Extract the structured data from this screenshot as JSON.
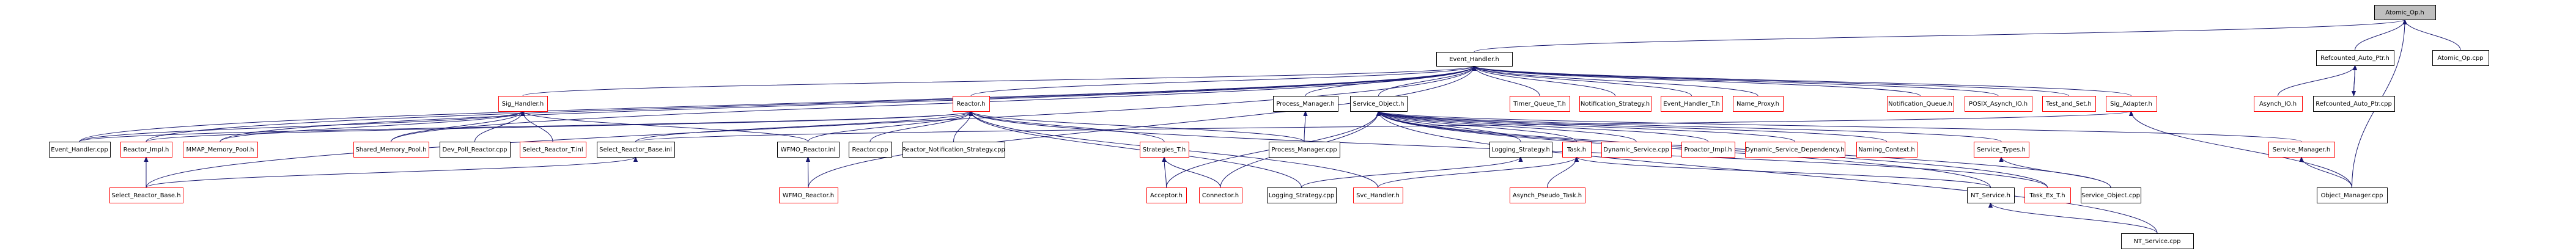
{
  "diagram": {
    "type": "include-dependency-graph",
    "focus_node": "Atomic_Op.h",
    "colors": {
      "edge": "#191970",
      "incomplete_border": "#ff0000",
      "complete_border": "#000000",
      "focus_fill": "#bfbfbf"
    },
    "nodes": [
      {
        "id": "atomic_op_h",
        "label": "Atomic_Op.h",
        "style": "focus"
      },
      {
        "id": "event_handler_h",
        "label": "Event_Handler.h",
        "style": "black"
      },
      {
        "id": "refcounted_auto_ptr_h",
        "label": "Refcounted_Auto_Ptr.h",
        "style": "black"
      },
      {
        "id": "atomic_op_cpp",
        "label": "Atomic_Op.cpp",
        "style": "black"
      },
      {
        "id": "sig_handler_h",
        "label": "Sig_Handler.h",
        "style": "red"
      },
      {
        "id": "reactor_h",
        "label": "Reactor.h",
        "style": "red"
      },
      {
        "id": "process_manager_h",
        "label": "Process_Manager.h",
        "style": "black"
      },
      {
        "id": "service_object_h",
        "label": "Service_Object.h",
        "style": "black"
      },
      {
        "id": "timer_queue_t_h",
        "label": "Timer_Queue_T.h",
        "style": "red"
      },
      {
        "id": "notification_strategy_h",
        "label": "Notification_Strategy.h",
        "style": "red"
      },
      {
        "id": "event_handler_t_h",
        "label": "Event_Handler_T.h",
        "style": "red"
      },
      {
        "id": "name_proxy_h",
        "label": "Name_Proxy.h",
        "style": "red"
      },
      {
        "id": "notification_queue_h",
        "label": "Notification_Queue.h",
        "style": "red"
      },
      {
        "id": "posix_asynch_io_h",
        "label": "POSIX_Asynch_IO.h",
        "style": "red"
      },
      {
        "id": "test_and_set_h",
        "label": "Test_and_Set.h",
        "style": "red"
      },
      {
        "id": "sig_adapter_h",
        "label": "Sig_Adapter.h",
        "style": "red"
      },
      {
        "id": "asynch_io_h",
        "label": "Asynch_IO.h",
        "style": "red"
      },
      {
        "id": "refcounted_auto_ptr_cpp",
        "label": "Refcounted_Auto_Ptr.cpp",
        "style": "black"
      },
      {
        "id": "event_handler_cpp",
        "label": "Event_Handler.cpp",
        "style": "black"
      },
      {
        "id": "reactor_impl_h",
        "label": "Reactor_Impl.h",
        "style": "red"
      },
      {
        "id": "mmap_memory_pool_h",
        "label": "MMAP_Memory_Pool.h",
        "style": "red"
      },
      {
        "id": "shared_memory_pool_h",
        "label": "Shared_Memory_Pool.h",
        "style": "red"
      },
      {
        "id": "dev_poll_reactor_cpp",
        "label": "Dev_Poll_Reactor.cpp",
        "style": "black"
      },
      {
        "id": "select_reactor_t_inl",
        "label": "Select_Reactor_T.inl",
        "style": "red"
      },
      {
        "id": "select_reactor_base_inl",
        "label": "Select_Reactor_Base.inl",
        "style": "black"
      },
      {
        "id": "wfmo_reactor_inl",
        "label": "WFMO_Reactor.inl",
        "style": "black"
      },
      {
        "id": "reactor_cpp",
        "label": "Reactor.cpp",
        "style": "black"
      },
      {
        "id": "reactor_notification_strategy_cpp",
        "label": "Reactor_Notification_Strategy.cpp",
        "style": "black"
      },
      {
        "id": "strategies_t_h",
        "label": "Strategies_T.h",
        "style": "red"
      },
      {
        "id": "process_manager_cpp",
        "label": "Process_Manager.cpp",
        "style": "black"
      },
      {
        "id": "logging_strategy_h",
        "label": "Logging_Strategy.h",
        "style": "black"
      },
      {
        "id": "task_h",
        "label": "Task.h",
        "style": "red"
      },
      {
        "id": "dynamic_service_cpp",
        "label": "Dynamic_Service.cpp",
        "style": "red"
      },
      {
        "id": "proactor_impl_h",
        "label": "Proactor_Impl.h",
        "style": "red"
      },
      {
        "id": "dynamic_service_dependency_h",
        "label": "Dynamic_Service_Dependency.h",
        "style": "red"
      },
      {
        "id": "naming_context_h",
        "label": "Naming_Context.h",
        "style": "red"
      },
      {
        "id": "service_types_h",
        "label": "Service_Types.h",
        "style": "red"
      },
      {
        "id": "service_manager_h",
        "label": "Service_Manager.h",
        "style": "red"
      },
      {
        "id": "select_reactor_base_h",
        "label": "Select_Reactor_Base.h",
        "style": "red"
      },
      {
        "id": "wfmo_reactor_h",
        "label": "WFMO_Reactor.h",
        "style": "red"
      },
      {
        "id": "acceptor_h",
        "label": "Acceptor.h",
        "style": "red"
      },
      {
        "id": "connector_h",
        "label": "Connector.h",
        "style": "red"
      },
      {
        "id": "logging_strategy_cpp",
        "label": "Logging_Strategy.cpp",
        "style": "black"
      },
      {
        "id": "svc_handler_h",
        "label": "Svc_Handler.h",
        "style": "red"
      },
      {
        "id": "asynch_pseudo_task_h",
        "label": "Asynch_Pseudo_Task.h",
        "style": "red"
      },
      {
        "id": "nt_service_h",
        "label": "NT_Service.h",
        "style": "black"
      },
      {
        "id": "task_ex_t_h",
        "label": "Task_Ex_T.h",
        "style": "red"
      },
      {
        "id": "service_object_cpp",
        "label": "Service_Object.cpp",
        "style": "black"
      },
      {
        "id": "object_manager_cpp",
        "label": "Object_Manager.cpp",
        "style": "black"
      },
      {
        "id": "nt_service_cpp",
        "label": "NT_Service.cpp",
        "style": "black"
      }
    ],
    "edges": [
      [
        "event_handler_h",
        "atomic_op_h"
      ],
      [
        "refcounted_auto_ptr_h",
        "atomic_op_h"
      ],
      [
        "atomic_op_cpp",
        "atomic_op_h"
      ],
      [
        "object_manager_cpp",
        "atomic_op_h"
      ],
      [
        "refcounted_auto_ptr_cpp",
        "refcounted_auto_ptr_h"
      ],
      [
        "refcounted_auto_ptr_h",
        "refcounted_auto_ptr_cpp"
      ],
      [
        "asynch_io_h",
        "refcounted_auto_ptr_h"
      ],
      [
        "sig_handler_h",
        "event_handler_h"
      ],
      [
        "reactor_h",
        "event_handler_h"
      ],
      [
        "process_manager_h",
        "event_handler_h"
      ],
      [
        "service_object_h",
        "event_handler_h"
      ],
      [
        "timer_queue_t_h",
        "event_handler_h"
      ],
      [
        "notification_strategy_h",
        "event_handler_h"
      ],
      [
        "event_handler_t_h",
        "event_handler_h"
      ],
      [
        "name_proxy_h",
        "event_handler_h"
      ],
      [
        "notification_queue_h",
        "event_handler_h"
      ],
      [
        "posix_asynch_io_h",
        "event_handler_h"
      ],
      [
        "test_and_set_h",
        "event_handler_h"
      ],
      [
        "sig_adapter_h",
        "event_handler_h"
      ],
      [
        "event_handler_cpp",
        "event_handler_h"
      ],
      [
        "reactor_impl_h",
        "event_handler_h"
      ],
      [
        "mmap_memory_pool_h",
        "event_handler_h"
      ],
      [
        "shared_memory_pool_h",
        "event_handler_h"
      ],
      [
        "select_reactor_base_h",
        "event_handler_h"
      ],
      [
        "wfmo_reactor_h",
        "event_handler_h"
      ],
      [
        "event_handler_cpp",
        "sig_handler_h"
      ],
      [
        "mmap_memory_pool_h",
        "sig_handler_h"
      ],
      [
        "shared_memory_pool_h",
        "sig_handler_h"
      ],
      [
        "dev_poll_reactor_cpp",
        "sig_handler_h"
      ],
      [
        "select_reactor_t_inl",
        "sig_handler_h"
      ],
      [
        "wfmo_reactor_inl",
        "sig_handler_h"
      ],
      [
        "reactor_impl_h",
        "reactor_h"
      ],
      [
        "select_reactor_base_inl",
        "reactor_h"
      ],
      [
        "wfmo_reactor_inl",
        "reactor_h"
      ],
      [
        "reactor_cpp",
        "reactor_h"
      ],
      [
        "reactor_notification_strategy_cpp",
        "reactor_h"
      ],
      [
        "strategies_t_h",
        "reactor_h"
      ],
      [
        "process_manager_cpp",
        "reactor_h"
      ],
      [
        "logging_strategy_cpp",
        "reactor_h"
      ],
      [
        "svc_handler_h",
        "reactor_h"
      ],
      [
        "task_ex_t_h",
        "reactor_h"
      ],
      [
        "event_handler_cpp",
        "reactor_h"
      ],
      [
        "select_reactor_base_h",
        "reactor_impl_h"
      ],
      [
        "select_reactor_base_h",
        "select_reactor_base_inl"
      ],
      [
        "wfmo_reactor_h",
        "wfmo_reactor_inl"
      ],
      [
        "process_manager_cpp",
        "process_manager_h"
      ],
      [
        "acceptor_h",
        "strategies_t_h"
      ],
      [
        "connector_h",
        "strategies_t_h"
      ],
      [
        "logging_strategy_h",
        "service_object_h"
      ],
      [
        "task_h",
        "service_object_h"
      ],
      [
        "dynamic_service_cpp",
        "service_object_h"
      ],
      [
        "proactor_impl_h",
        "service_object_h"
      ],
      [
        "dynamic_service_dependency_h",
        "service_object_h"
      ],
      [
        "naming_context_h",
        "service_object_h"
      ],
      [
        "service_types_h",
        "service_object_h"
      ],
      [
        "service_manager_h",
        "service_object_h"
      ],
      [
        "acceptor_h",
        "service_object_h"
      ],
      [
        "connector_h",
        "service_object_h"
      ],
      [
        "nt_service_h",
        "service_object_h"
      ],
      [
        "task_ex_t_h",
        "service_object_h"
      ],
      [
        "service_object_cpp",
        "service_object_h"
      ],
      [
        "nt_service_cpp",
        "service_object_h"
      ],
      [
        "logging_strategy_cpp",
        "logging_strategy_h"
      ],
      [
        "svc_handler_h",
        "task_h"
      ],
      [
        "asynch_pseudo_task_h",
        "task_h"
      ],
      [
        "nt_service_h",
        "task_h"
      ],
      [
        "service_object_cpp",
        "service_types_h"
      ],
      [
        "object_manager_cpp",
        "service_manager_h"
      ],
      [
        "object_manager_cpp",
        "sig_adapter_h"
      ],
      [
        "select_reactor_base_inl",
        "sig_adapter_h"
      ],
      [
        "nt_service_cpp",
        "nt_service_h"
      ]
    ]
  }
}
